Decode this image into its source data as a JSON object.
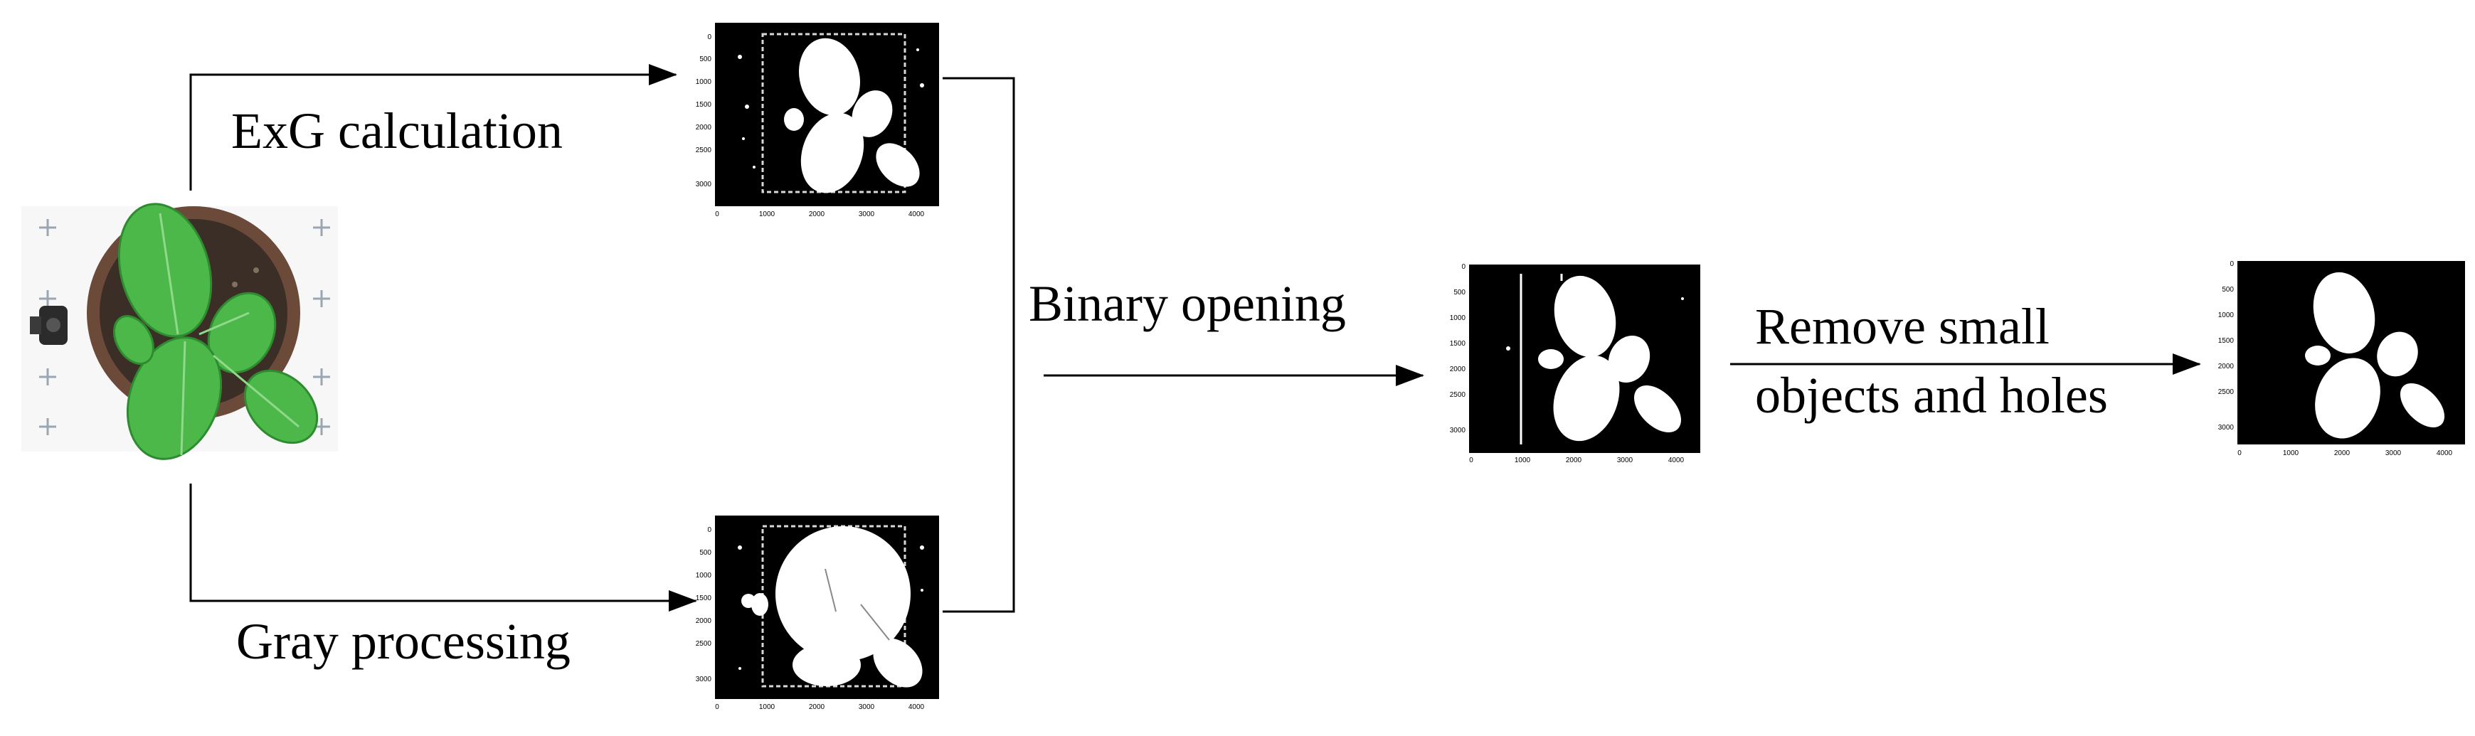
{
  "diagram": {
    "input_label": "",
    "steps": {
      "exg": "ExG calculation",
      "gray": "Gray processing",
      "opening": "Binary opening",
      "remove_line1": "Remove small",
      "remove_line2": "objects and holes"
    },
    "axis_ticks": {
      "y": [
        "0",
        "500",
        "1000",
        "1500",
        "2000",
        "2500",
        "3000"
      ],
      "x": [
        "0",
        "1000",
        "2000",
        "3000",
        "4000"
      ]
    },
    "colors": {
      "plant_leaf": "#4cb84a",
      "plant_leaf_dark": "#2e8b30",
      "pot": "#6b4a3a",
      "soil": "#3a2e26",
      "mask_fg": "#ffffff",
      "mask_bg": "#000000",
      "arrow": "#000000"
    }
  }
}
